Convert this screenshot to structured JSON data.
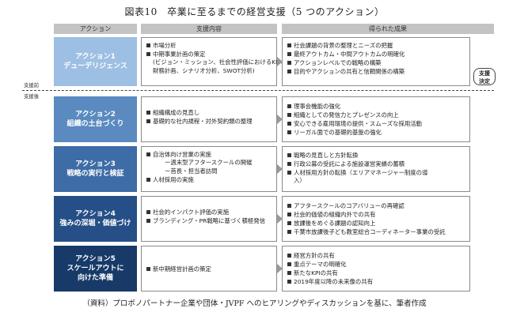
{
  "title": "図表10　卒業に至るまでの経営支援（5 つのアクション）",
  "headers": {
    "action": "アクション",
    "support": "支援内容",
    "result": "得られた成果"
  },
  "markers": {
    "before": "支援前",
    "after": "支援後"
  },
  "badge": {
    "line1": "支援",
    "line2": "決定"
  },
  "actions": [
    {
      "name_line1": "アクション1",
      "name_line2": "デューデリジェンス",
      "support": [
        "市場分析",
        "中期事業計画の策定"
      ],
      "support_note_line1": "(ビジョン・ミッション、社会性評価におけるKPI、",
      "support_note_line2": "財務計画、シナリオ分析、SWOT分析)",
      "results": [
        "社会課題の背景の整理とニーズの把握",
        "最終アウトカム・中間アウトカムの明確化",
        "アクションレベルでの戦略の構築",
        "目的やアクションの共有と信頼関係の構築"
      ]
    },
    {
      "name_line1": "アクション2",
      "name_line2": "組織の土台づくり",
      "support": [
        "組織構成の見直し",
        "基礎的な社内規程・対外契約類の整理"
      ],
      "results": [
        "理事会機能の強化",
        "組織としての発信力とプレゼンスの向上",
        "安心できる雇用環境の提供・スムーズな採用活動",
        "リーガル面での基礎的基盤の強化"
      ]
    },
    {
      "name_line1": "アクション3",
      "name_line2": "戦略の実行と検証",
      "support_first": "自治体向け営業の実施",
      "support_sub1": "ー週末型アフタースクールの開催",
      "support_sub2": "ー首長・担当者訪問",
      "support_last": "人材採用の実施",
      "results": [
        "戦略の見直しと方針転換",
        "行政公募の受託による施設運営実績の蓄積"
      ],
      "result_last_line1": "人材採用方針の転換（エリアマネージャー制度の導",
      "result_last_line2": "入）"
    },
    {
      "name_line1": "アクション4",
      "name_line2": "強みの深堀・価値づけ",
      "support": [
        "社会的インパクト評価の実施",
        "ブランディング・PR戦略に基づく積極発信"
      ],
      "results": [
        "アフタースクールのコアバリューの再確認",
        "社会的価値の組織内外での共有",
        "放課後をめぐる課題の認知向上",
        "千葉市放課後子ども教室総合コーディネーター事業の受託"
      ]
    },
    {
      "name_line1": "アクション5",
      "name_line2": "スケールアウトに",
      "name_line3": "向けた準備",
      "support": [
        "新中期経営計画の策定"
      ],
      "results": [
        "経営方針の共有",
        "重点テーマの明確化",
        "新たなKPIの共有",
        "2019年度以降の未来像の共有"
      ]
    }
  ],
  "source": "（資料）プロボノパートナー企業や団体・JVPF へのヒアリングやディスカッションを基に、筆者作成"
}
